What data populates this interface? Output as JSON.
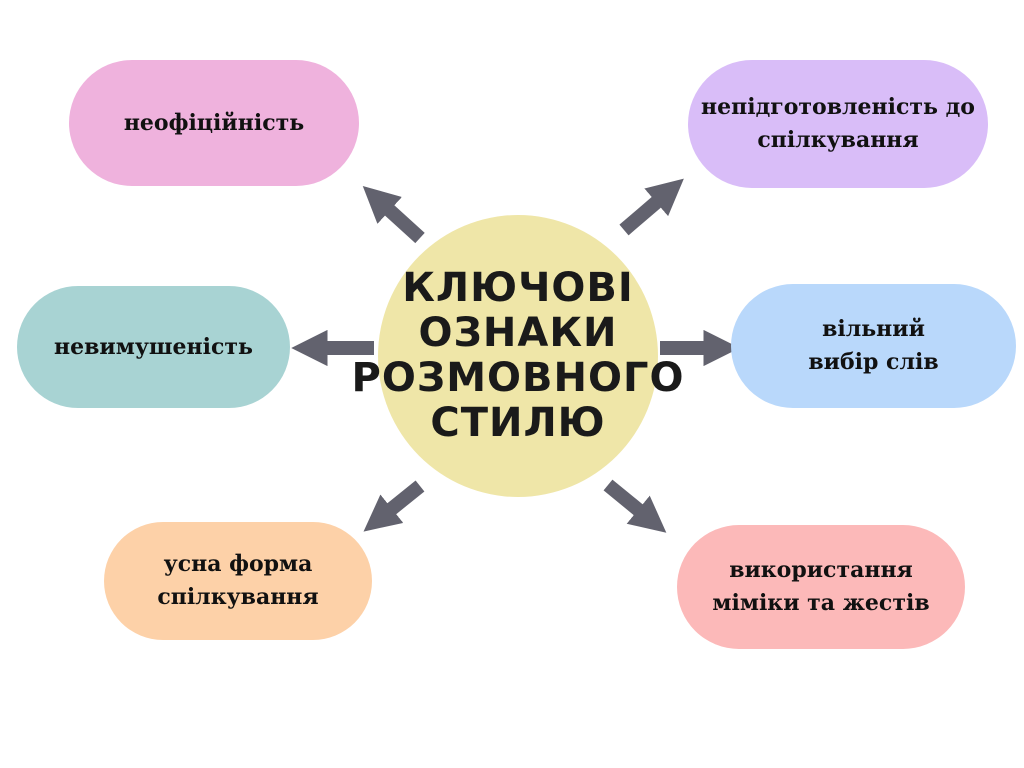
{
  "center": {
    "lines": [
      "КЛЮЧОВІ",
      "ОЗНАКИ",
      "РОЗМОВНОГО",
      "СТИЛЮ"
    ],
    "color": "#efe6a8"
  },
  "nodes": {
    "top_left": {
      "lines": [
        "неофіційність"
      ],
      "color": "#efb2dd"
    },
    "top_right": {
      "lines": [
        "непідготовленість до",
        "спілкування"
      ],
      "color": "#d9bdf8"
    },
    "mid_left": {
      "lines": [
        "невимушеність"
      ],
      "color": "#a8d3d3"
    },
    "mid_right": {
      "lines": [
        "вільний",
        "вибір слів"
      ],
      "color": "#b9d8fb"
    },
    "bottom_left": {
      "lines": [
        "усна форма",
        "спілкування"
      ],
      "color": "#fdd1a8"
    },
    "bottom_right": {
      "lines": [
        "використання",
        "міміки та жестів"
      ],
      "color": "#fcb9b9"
    }
  },
  "arrow_color": "#62626e"
}
